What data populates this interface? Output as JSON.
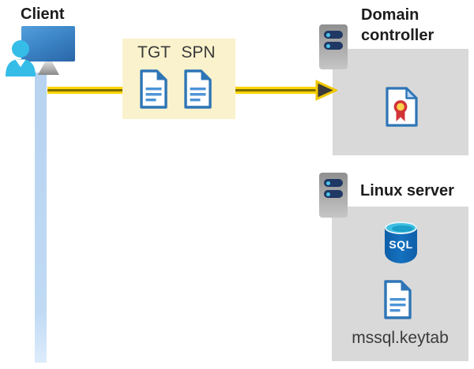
{
  "client": {
    "label": "Client"
  },
  "ticket_box": {
    "tgt_label": "TGT",
    "spn_label": "SPN"
  },
  "domain_controller": {
    "label": "Domain controller"
  },
  "linux_server": {
    "label": "Linux server",
    "sql_badge": "SQL",
    "keytab_label": "mssql.keytab"
  },
  "colors": {
    "arrow_yellow": "#FFD400",
    "arrow_core_olive": "#7E6E00",
    "arrowhead_gray": "#3B3B3B",
    "ticket_box_yellow": "#FAF2CC",
    "panel_gray": "#D9D9D9",
    "timeline_blue": "#BDD7F2",
    "doc_border_blue": "#2E75B6",
    "doc_line_blue": "#4D94D8",
    "server_slot_navy": "#1F3864",
    "indicator_cyan": "#4DC6EA",
    "sql_body_blue": "#1470BE",
    "sql_top_cyan": "#3EBEE3",
    "person_cyan": "#35BDE8",
    "monitor_blue": "#3C85C6",
    "ribbon_red": "#D13438",
    "ribbon_gold": "#FFD34D",
    "label_dark": "#1C1C1C"
  }
}
